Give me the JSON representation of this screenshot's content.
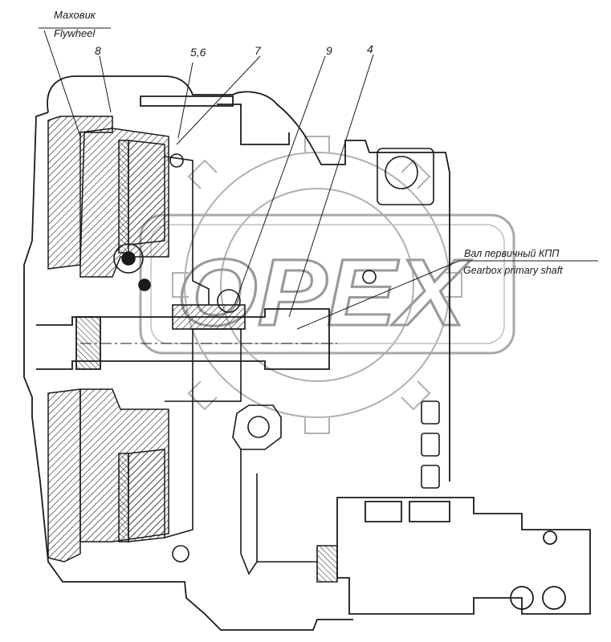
{
  "labels": {
    "flywheel_ru": "Маховик",
    "flywheel_en": "Flywheel",
    "shaft_ru": "Вал первичный КПП",
    "shaft_en": "Gearbox primary shaft"
  },
  "callouts": [
    "8",
    "5,6",
    "7",
    "9",
    "4"
  ],
  "watermark": {
    "text": "OPEX"
  },
  "colors": {
    "line": "#1a1a1a",
    "hatch": "#1a1a1a",
    "paper": "#ffffff"
  }
}
